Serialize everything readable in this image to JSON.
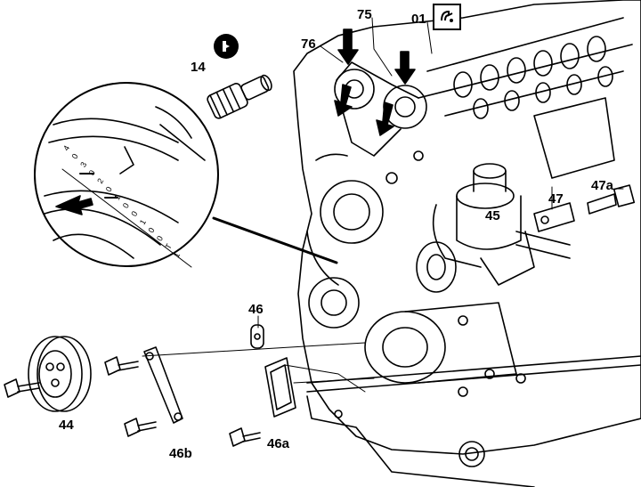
{
  "labels": {
    "p14": "14",
    "p76": "76",
    "p75": "75",
    "p01": "01",
    "p45": "45",
    "p47": "47",
    "p47a": "47a",
    "p46": "46",
    "p44": "44",
    "p46b": "46b",
    "p46a": "46a"
  },
  "scale_marks": [
    "4",
    "0",
    "3",
    "0",
    "2",
    "0",
    "1",
    "0",
    "0",
    "1",
    "0",
    "0",
    "T",
    "1"
  ],
  "colors": {
    "ink": "#000000",
    "paper": "#ffffff"
  },
  "icons": {
    "torque": "torque-wrench-icon",
    "socket": "socket-tool-icon"
  }
}
